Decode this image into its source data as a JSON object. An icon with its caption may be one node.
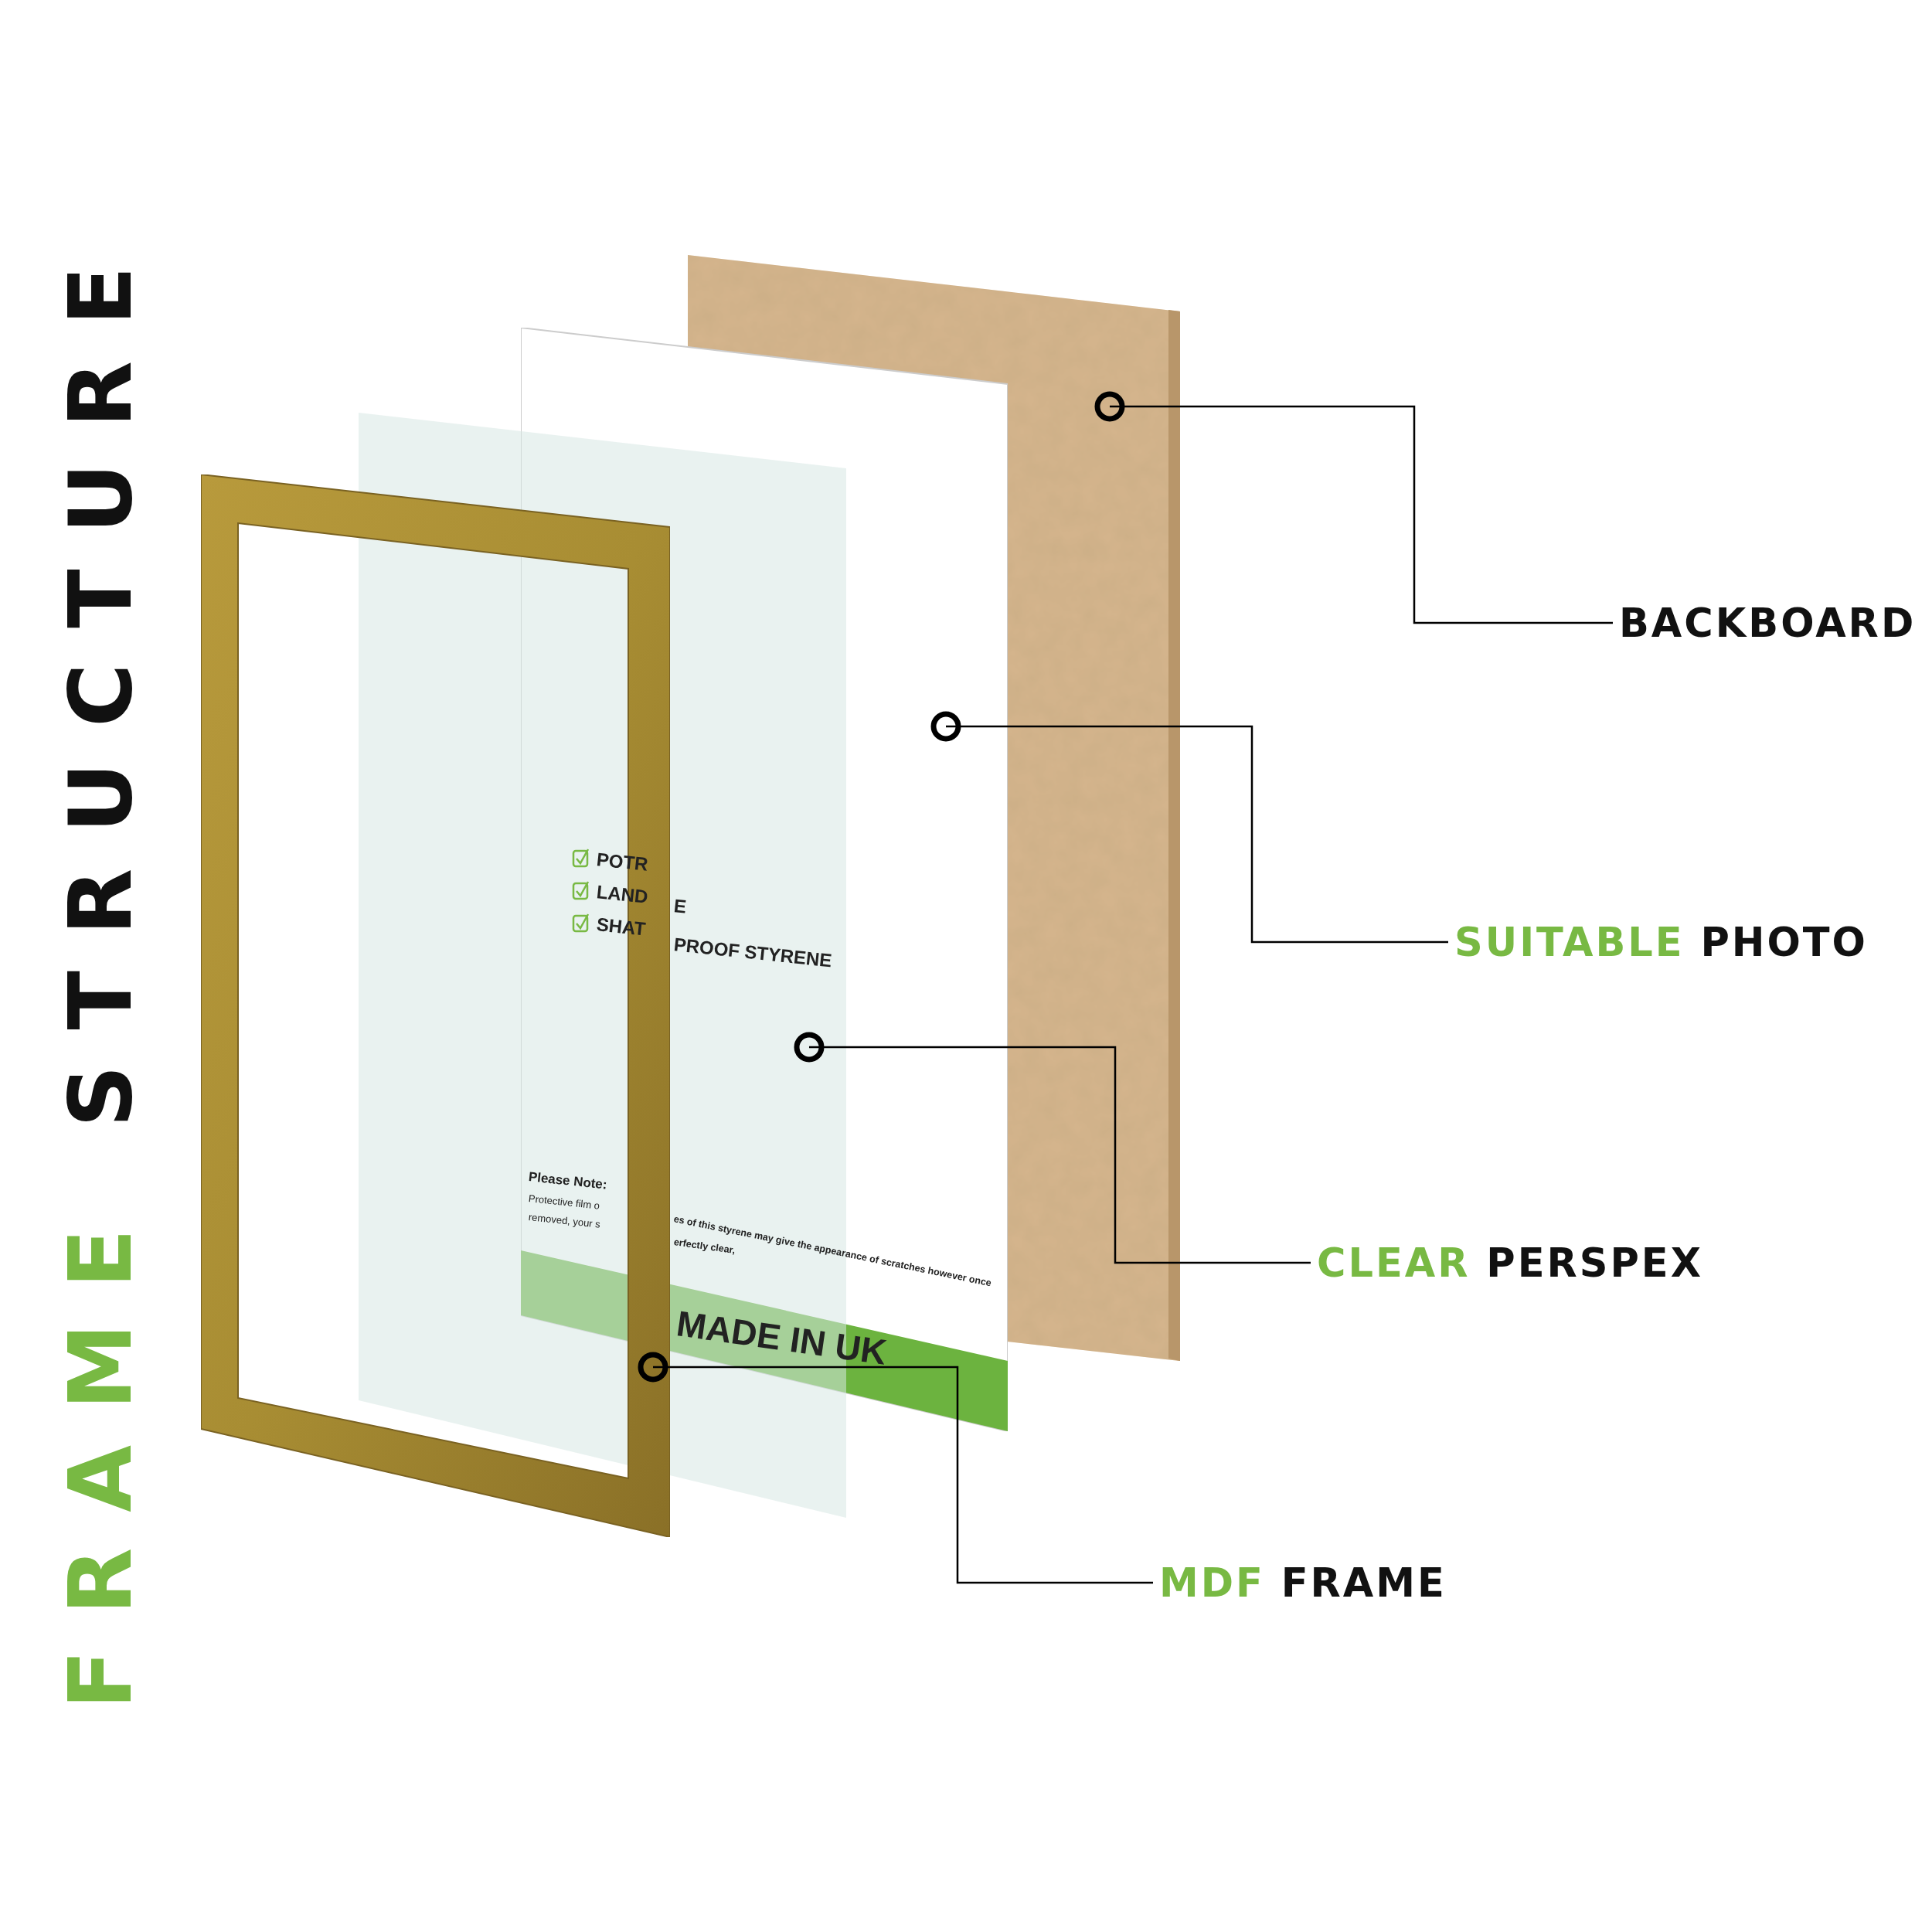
{
  "diagram": {
    "title": "FRAME STRUCTURE",
    "nodes": [
      {
        "text": [
          "BACKBOARD"
        ]
      },
      {
        "text": [
          "SUITABLE PHOTO"
        ]
      },
      {
        "text": [
          "CLEAR PERSPEX"
        ]
      },
      {
        "text": [
          "MDF FRAME"
        ]
      },
      {
        "text": [],
        "shape": "picture"
      },
      {
        "text": [],
        "shape": "picture"
      },
      {
        "text": [],
        "shape": "picture"
      },
      {
        "text": [],
        "shape": "picture"
      }
    ],
    "edges": [
      {
        "from": 0,
        "to": 4,
        "arrow": "other"
      },
      {
        "from": 1,
        "to": 5,
        "arrow": "other"
      },
      {
        "from": 2,
        "to": 6,
        "arrow": "other"
      },
      {
        "from": 3,
        "to": 7,
        "arrow": "other"
      }
    ],
    "labels": [
      "POTR",
      "LAND",
      "E",
      "SHAT",
      "PROOF STYRENE",
      "Please Note:",
      "Protective film o",
      "removed, your s",
      "es of this styrene may give the appearance of scratches however once",
      "erfectly clear,",
      "MADE IN UK"
    ]
  }
}
